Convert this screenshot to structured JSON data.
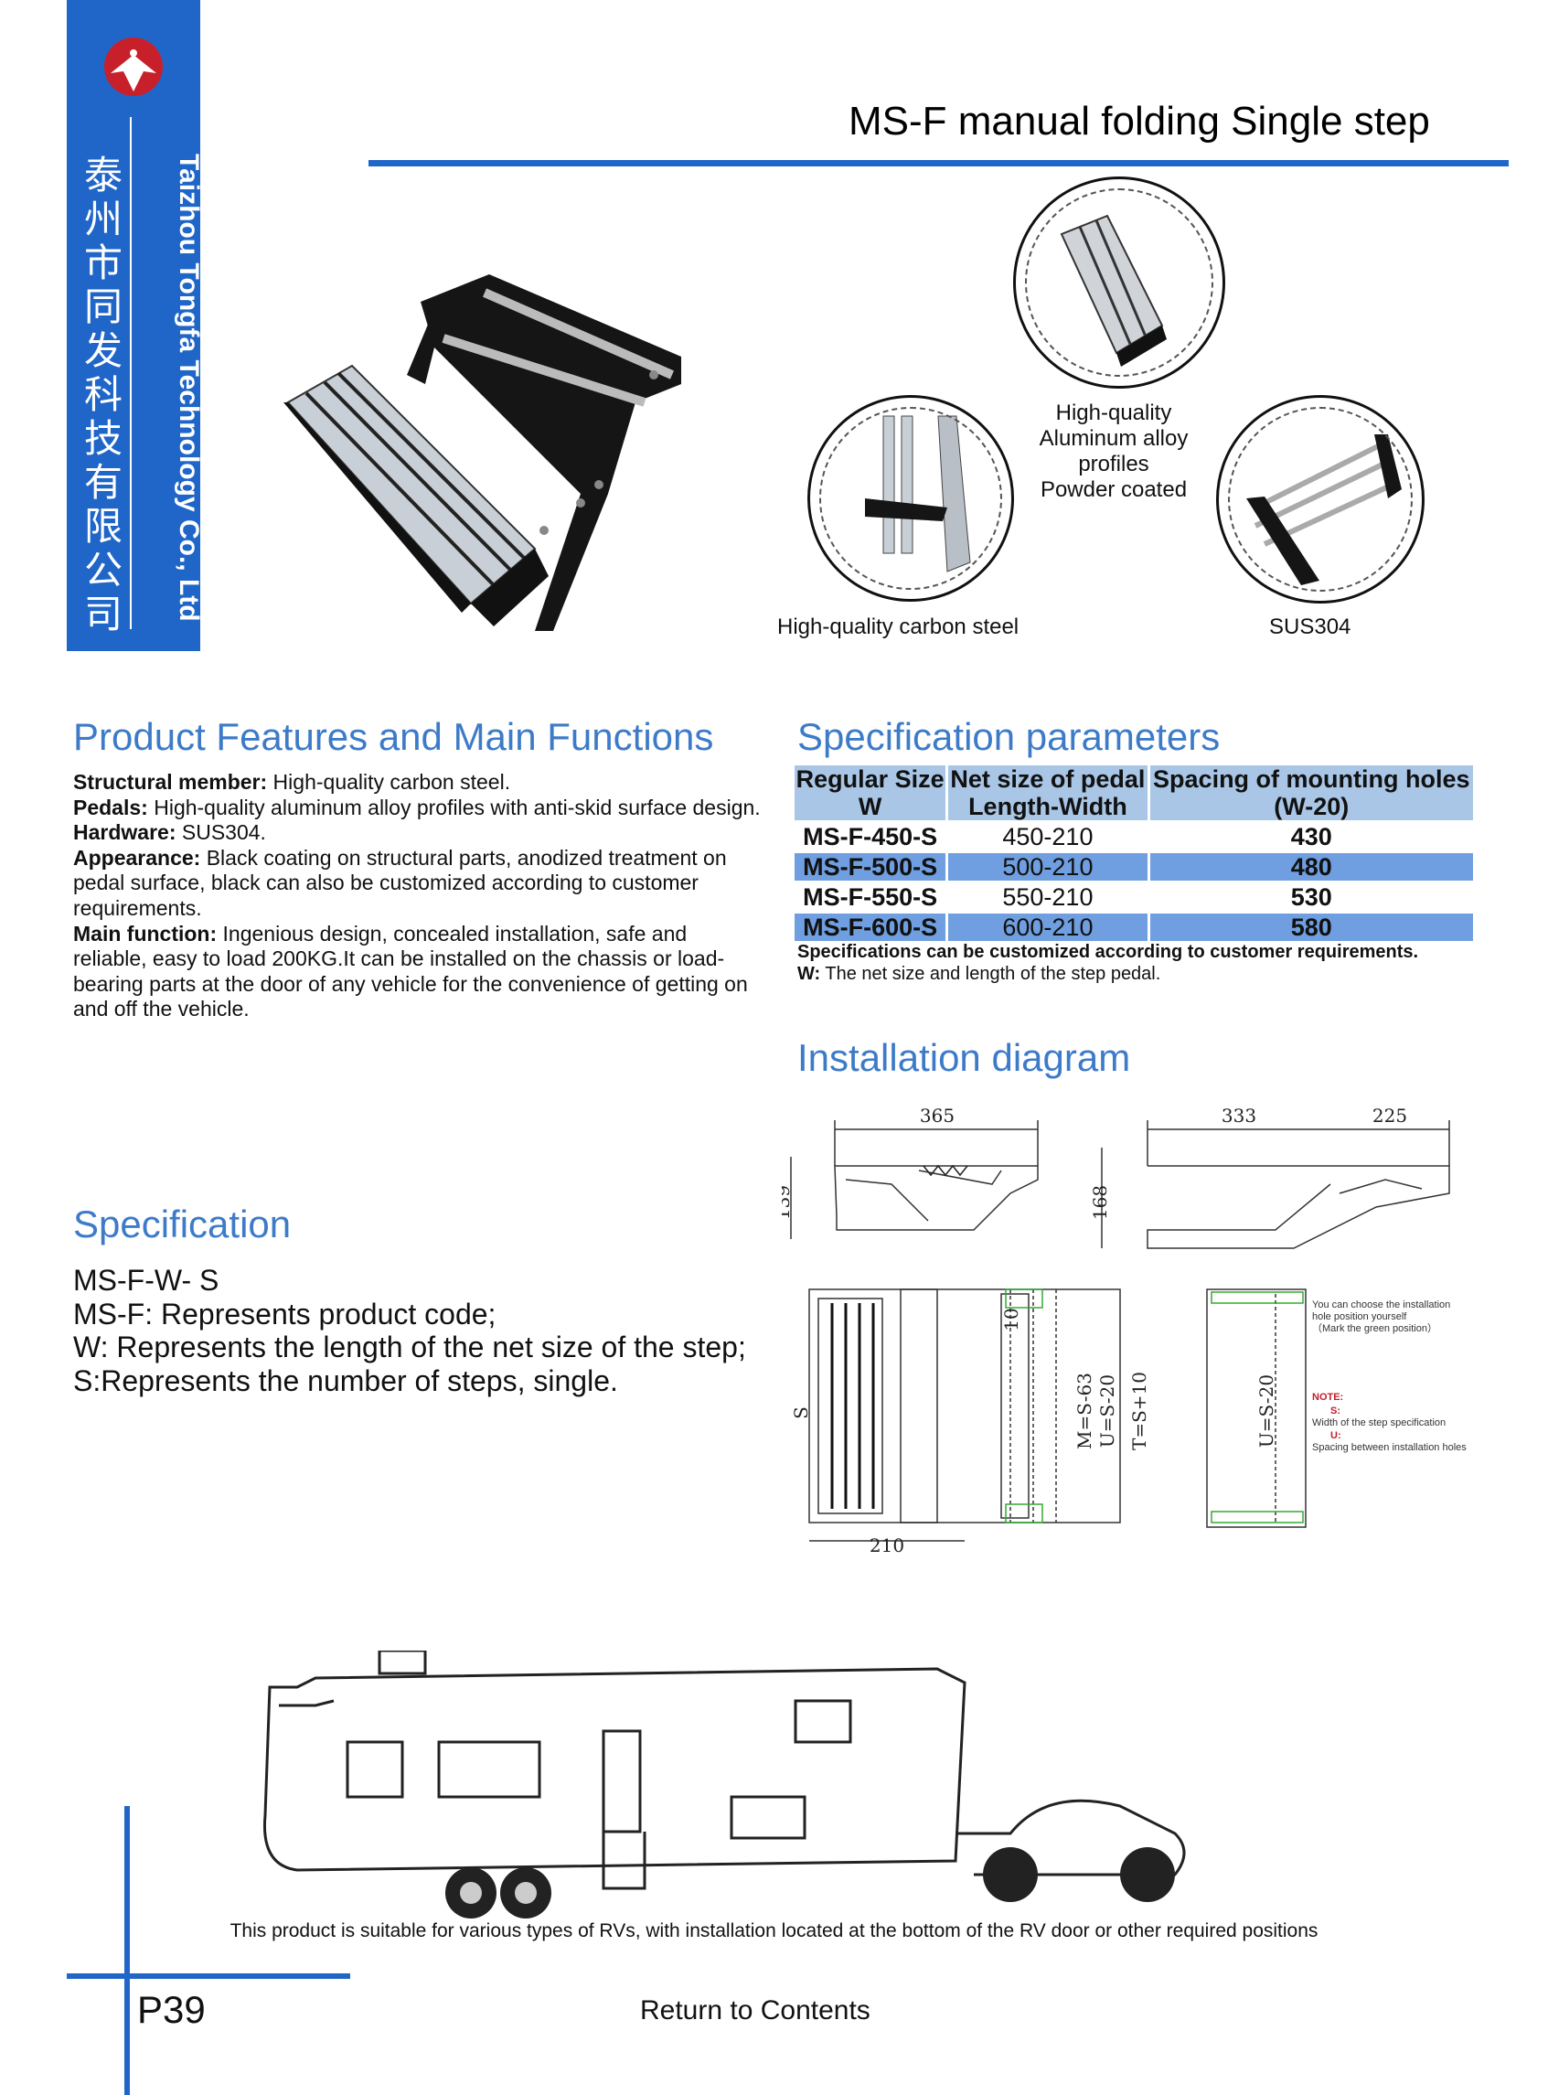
{
  "banner": {
    "company_cn": "泰州市同发科技有限公司",
    "company_en": "Taizhou Tongfa Technology Co., Ltd",
    "logo_icon": "company-logo-icon",
    "color": "#1f66c8"
  },
  "header": {
    "title": "MS-F manual folding Single step"
  },
  "callouts": {
    "center": [
      "High-quality",
      "Aluminum alloy",
      "profiles",
      "Powder coated"
    ],
    "left": "High-quality carbon steel",
    "right": "SUS304"
  },
  "features": {
    "heading": "Product Features and Main Functions",
    "items": [
      {
        "label": "Structural member:",
        "text": " High-quality carbon steel."
      },
      {
        "label": "Pedals:",
        "text": " High-quality aluminum alloy profiles with anti-skid surface design."
      },
      {
        "label": "Hardware:",
        "text": " SUS304."
      },
      {
        "label": "Appearance:",
        "text": " Black coating on structural parts, anodized treatment on pedal surface, black can also be customized according to customer requirements."
      },
      {
        "label": "Main function:",
        "text": " Ingenious design, concealed installation, safe and reliable, easy to load 200KG.It can be installed on the chassis or load- bearing parts at the door of any vehicle for the convenience of getting on and off the vehicle."
      }
    ]
  },
  "spec_params": {
    "heading": "Specification parameters",
    "headers": [
      [
        "Regular Size",
        "W"
      ],
      [
        "Net size of pedal",
        "Length-Width"
      ],
      [
        "Spacing of mounting holes",
        "(W-20)"
      ]
    ],
    "rows": [
      [
        "MS-F-450-S",
        "450-210",
        "430"
      ],
      [
        "MS-F-500-S",
        "500-210",
        "480"
      ],
      [
        "MS-F-550-S",
        "550-210",
        "530"
      ],
      [
        "MS-F-600-S",
        "600-210",
        "580"
      ]
    ],
    "row_highlight": "#6f9fe0",
    "note1": "Specifications can be customized according to customer requirements.",
    "note2_label": "W:",
    "note2_text": " The net size and length of the step pedal."
  },
  "install": {
    "heading": "Installation diagram",
    "dims": {
      "a": "365",
      "b": "139",
      "c": "333",
      "d": "225",
      "e": "168",
      "f": "10",
      "g": "S",
      "h": "210",
      "i": "M=S-63",
      "j": "U=S-20",
      "k": "T=S+10",
      "l": "U=S-20"
    },
    "notes": {
      "choose1": "You can choose the installation",
      "choose2": "hole position yourself",
      "choose3": "（Mark the green position）",
      "note_label": "NOTE:",
      "s_label": "S:",
      "s_text": "Width of the step specification",
      "u_label": "U:",
      "u_text": "Spacing between installation holes"
    }
  },
  "spec": {
    "heading": "Specification",
    "lines": [
      {
        "label": "MS-F-W- S",
        "text": ""
      },
      {
        "label": "MS-F:",
        "text": " Represents product code;"
      },
      {
        "label": "W:",
        "text": " Represents the length of the net size of the step;"
      },
      {
        "label": "S:",
        "text": "Represents the number of steps, single."
      }
    ]
  },
  "footer": {
    "caption": "This product is suitable for various types of RVs, with installation located at the bottom of the RV door or other required positions",
    "page": "P39",
    "return": "Return to Contents"
  }
}
